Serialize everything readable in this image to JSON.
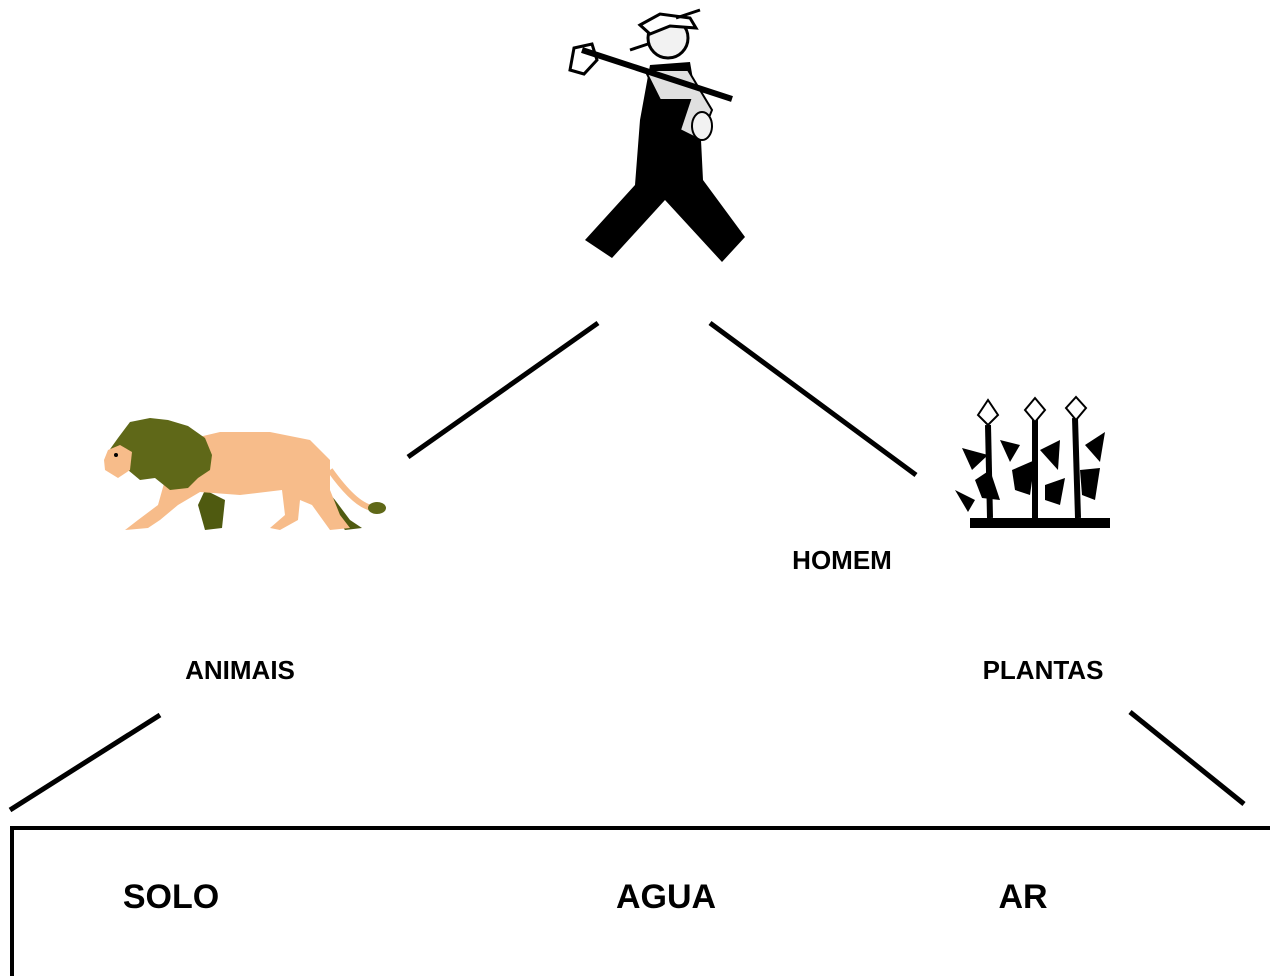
{
  "labels": {
    "homem": "HOMEM",
    "animais": "ANIMAIS",
    "plantas": "PLANTAS",
    "solo": "SOLO",
    "agua": "AGUA",
    "ar": "AR"
  },
  "icons": {
    "farmer": "farmer-with-hoe-icon",
    "lion": "lion-icon",
    "plants": "corn-plants-icon"
  },
  "colors": {
    "lion_body": "#F7BC8A",
    "lion_mane": "#5F6818",
    "lion_shadow": "#4F5A10",
    "ink": "#000000"
  }
}
